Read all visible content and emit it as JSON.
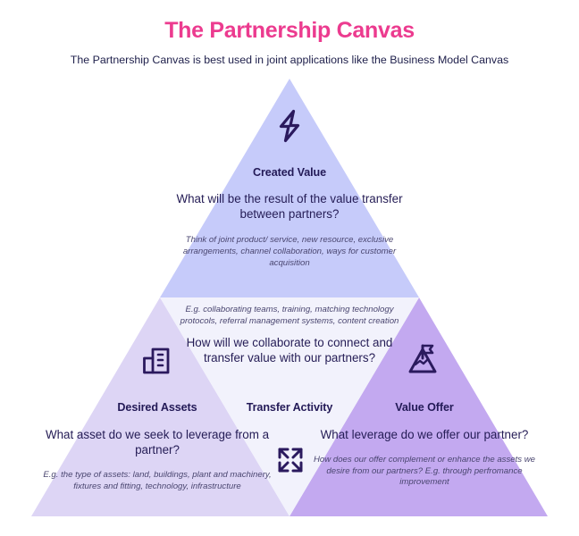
{
  "header": {
    "title": "The Partnership Canvas",
    "subtitle": "The Partnership Canvas is best used in joint applications like the Business Model Canvas",
    "title_color": "#ec3b8f",
    "subtitle_color": "#21224d"
  },
  "colors": {
    "top_triangle": "#c6cbfa",
    "left_triangle": "#ddd5f5",
    "right_triangle": "#c3a9f0",
    "center_triangle": "#f2f2fc",
    "icon_stroke": "#2b1a5e",
    "heading_text": "#231a57",
    "body_text": "#241c55",
    "hint_text": "#4a4670",
    "background": "#ffffff"
  },
  "diagram": {
    "type": "partnership-canvas-triangle",
    "sections": [
      {
        "id": "created-value",
        "position": "top",
        "title": "Created Value",
        "question": "What will be the result of the value transfer between partners?",
        "hint": "Think of joint product/ service, new resource, exclusive arrangements, channel collaboration, ways for customer acquisition",
        "icon": "lightning-bolt-icon",
        "fill": "#c6cbfa"
      },
      {
        "id": "desired-assets",
        "position": "bottom-left",
        "title": "Desired Assets",
        "question": "What asset do we seek to leverage from a partner?",
        "hint": "E.g. the type of assets: land, buildings, plant and machinery, fixtures and fitting, technology, infrastructure",
        "icon": "building-icon",
        "fill": "#ddd5f5"
      },
      {
        "id": "transfer-activity",
        "position": "center",
        "title": "Transfer Activity",
        "question": "How will we collaborate to connect and transfer value with our partners?",
        "hint": "E.g. collaborating teams, training, matching technology protocols, referral management systems, content creation",
        "icon": "expand-arrows-icon",
        "fill": "#f2f2fc"
      },
      {
        "id": "value-offer",
        "position": "bottom-right",
        "title": "Value Offer",
        "question": "What leverage do we offer our partner?",
        "hint": "How does our offer complement or enhance the assets we desire from our partners? E.g. through perfromance improvement",
        "icon": "mountain-flag-icon",
        "fill": "#c3a9f0"
      }
    ]
  }
}
